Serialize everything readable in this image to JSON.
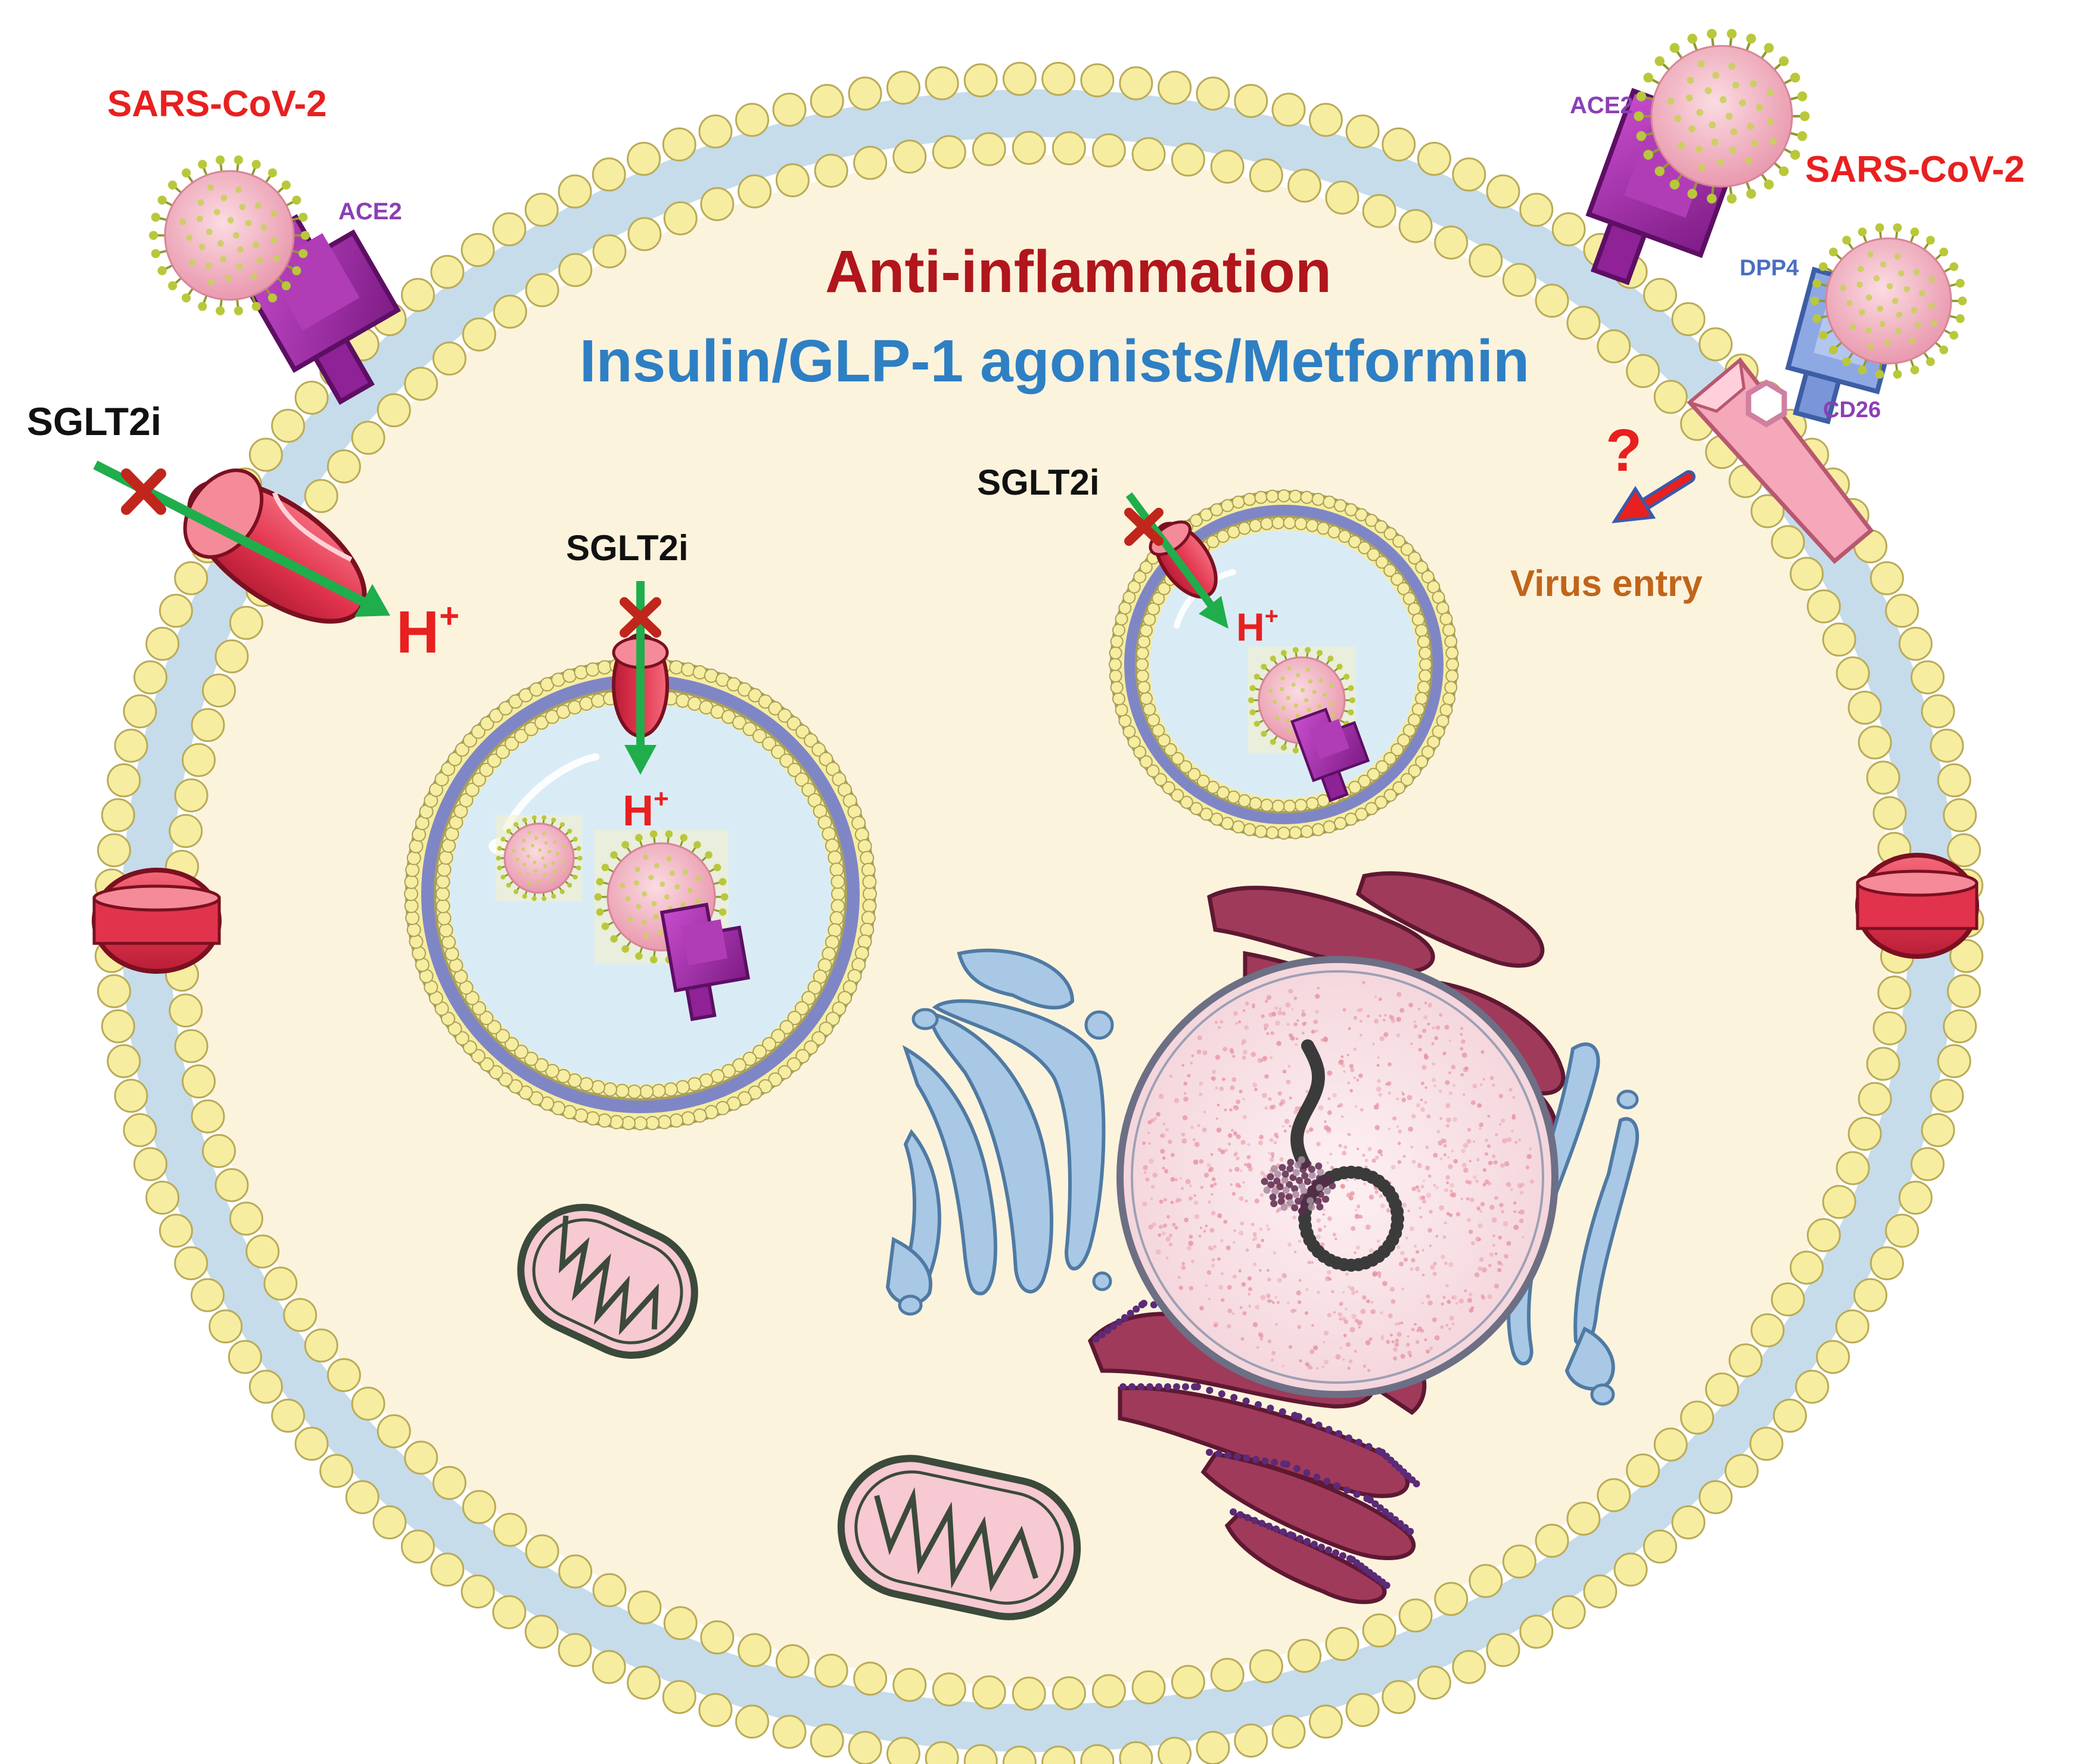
{
  "labels": {
    "sars_left": "SARS-CoV-2",
    "sars_right": "SARS-CoV-2",
    "ace2_left": "ACE2",
    "ace2_right": "ACE2",
    "dpp4": "DPP4",
    "cd26": "CD26",
    "question": "?",
    "virus_entry": "Virus entry",
    "anti_inflammation": "Anti-inflammation",
    "drugs": "Insulin/GLP-1 agonists/Metformin",
    "sglt2i_left": "SGLT2i",
    "sglt2i_mid": "SGLT2i",
    "sglt2i_right": "SGLT2i",
    "h_main": "H",
    "h_main_sup": "+",
    "h_mid": "H",
    "h_mid_sup": "+",
    "h_right": "H",
    "h_right_sup": "+"
  },
  "colors": {
    "sars_label": "#e8201f",
    "ace2_label": "#8b3fb5",
    "dpp4_label": "#4a6fc0",
    "cd26_label": "#8b3fb5",
    "anti_inflammation": "#b0161c",
    "drugs": "#2e7fc4",
    "virus_entry": "#c0651a",
    "h_label": "#e8201f",
    "question": "#e8201f",
    "black_label": "#111111",
    "membrane_head": "#f7eda0",
    "membrane_tail": "#c6dceb",
    "cytoplasm": "#fcf3dd",
    "vesicle_lumen": "#d9ecf6",
    "vesicle_inner": "#7f86c6",
    "virus_body": "#f2b7c4",
    "virus_spike": "#b9c83a",
    "ace2": "#a228a8",
    "dpp4": "#8ea8e4",
    "cd26": "#f4a8b9",
    "channel": "#e23f58",
    "arrow_green": "#1fae4b",
    "block_x": "#c0261c",
    "golgi": "#a8c8e6",
    "er": "#a03a5a",
    "mito": "#f7c9d2",
    "nucleus": "#f9e7ea"
  }
}
